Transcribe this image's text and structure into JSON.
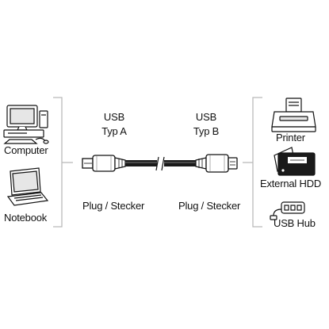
{
  "left_devices": [
    {
      "label": "Computer",
      "icon": "desktop-computer-icon"
    },
    {
      "label": "Notebook",
      "icon": "notebook-laptop-icon"
    }
  ],
  "connectors": {
    "type_a": {
      "line1": "USB",
      "line2": "Typ A",
      "plug_label": "Plug / Stecker"
    },
    "type_b": {
      "line1": "USB",
      "line2": "Typ B",
      "plug_label": "Plug / Stecker"
    }
  },
  "right_devices": [
    {
      "label": "Printer",
      "icon": "printer-icon"
    },
    {
      "label": "External HDD",
      "icon": "external-hdd-icon"
    },
    {
      "label": "USB Hub",
      "icon": "usb-hub-icon"
    }
  ],
  "colors": {
    "line": "#b9b9b9",
    "ink": "#111111",
    "cable": "#1a1a1a"
  }
}
